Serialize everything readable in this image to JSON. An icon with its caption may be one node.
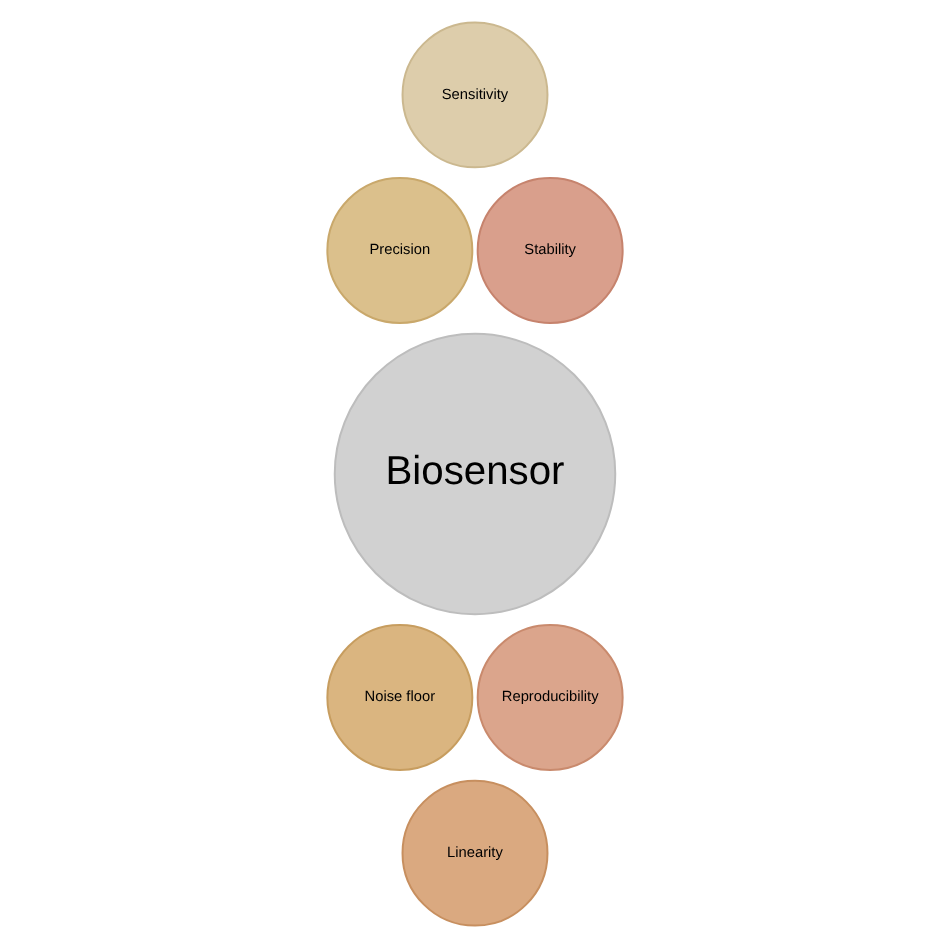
{
  "diagram": {
    "nodes": [
      {
        "text": [
          "Biosensor"
        ]
      },
      {
        "text": [
          "Sensitivity"
        ]
      },
      {
        "text": [
          "Precision"
        ]
      },
      {
        "text": [
          "Noise floor"
        ]
      },
      {
        "text": [
          "Linearity"
        ]
      },
      {
        "text": [
          "Reproducibility"
        ]
      },
      {
        "text": [
          "Stability"
        ]
      }
    ]
  }
}
